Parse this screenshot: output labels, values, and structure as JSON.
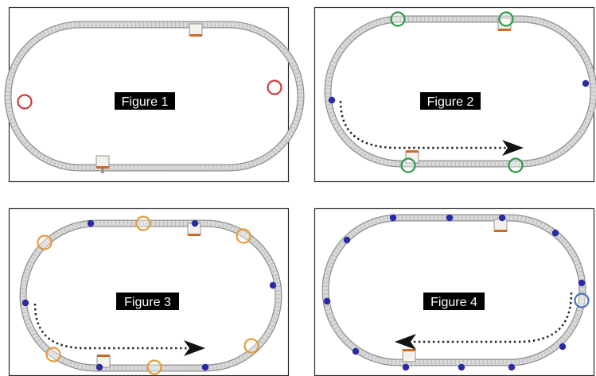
{
  "colors": {
    "dot": "#2a2aa3",
    "ring_red": "#d03a3a",
    "ring_green": "#2e9a4a",
    "ring_orange": "#e89a3a",
    "ring_blue": "#4a6fc4",
    "station_accent": "#cc6a2a",
    "track_edge": "#8f8f8f",
    "track_fill": "#d9d9d9"
  },
  "figures": [
    {
      "id": "figure-1",
      "label": "Figure 1",
      "ring_color": "ring_red",
      "arrow": "none"
    },
    {
      "id": "figure-2",
      "label": "Figure 2",
      "ring_color": "ring_green",
      "arrow": "right"
    },
    {
      "id": "figure-3",
      "label": "Figure 3",
      "ring_color": "ring_orange",
      "arrow": "right"
    },
    {
      "id": "figure-4",
      "label": "Figure 4",
      "ring_color": "ring_blue",
      "arrow": "left"
    }
  ]
}
